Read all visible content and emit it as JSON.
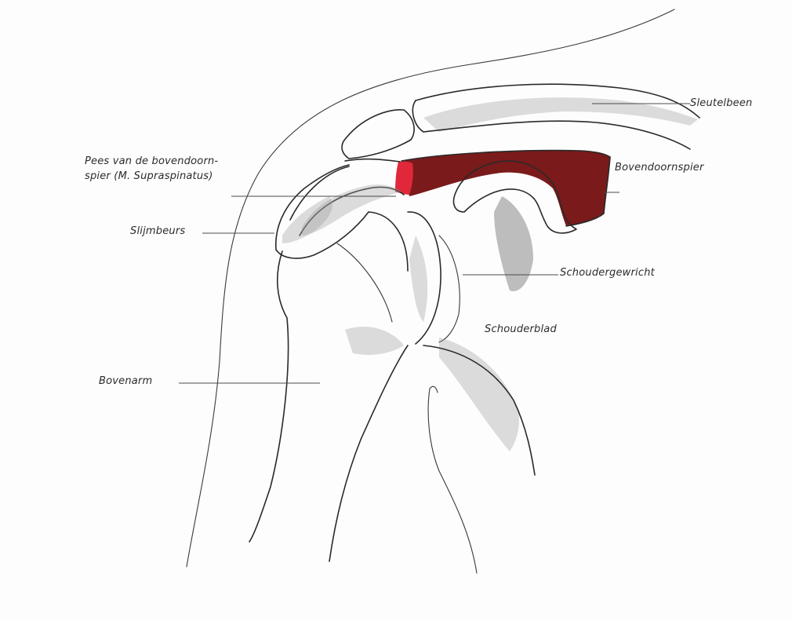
{
  "labels": {
    "sleutelbeen": "Sleutelbeen",
    "bovendoornspier": "Bovendoornspier",
    "pees": "Pees van de bovendoorn-\nspier (M. Supraspinatus)",
    "slijmbeurs": "Slijmbeurs",
    "schoudergewricht": "Schoudergewricht",
    "schouderblad": "Schouderblad",
    "bovenarm": "Bovenarm"
  },
  "colors": {
    "muscle": "#7a1a1a",
    "tendon_inflamed": "#e0283a",
    "ink": "#2a2a2a",
    "background": "#fdfdfd"
  }
}
